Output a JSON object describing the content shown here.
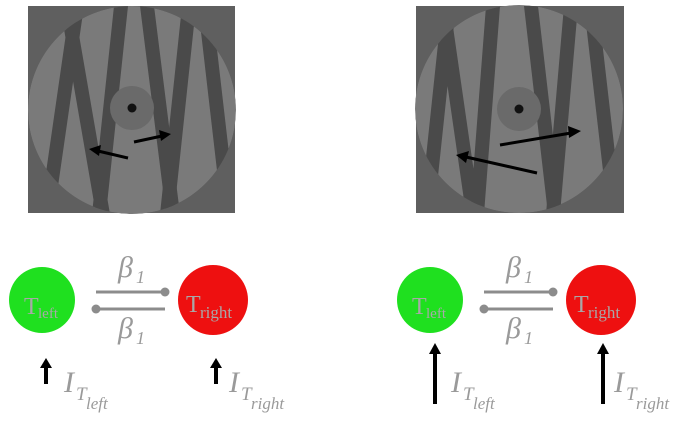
{
  "left_panel": {
    "stimulus": {
      "background_color": "#5f5f5f",
      "stripe_color": "#474747",
      "aperture_color": "#7a7a7a",
      "fixation_color": "#111111"
    },
    "network": {
      "node_left": {
        "main": "T",
        "sub": "left",
        "color": "#1fe01f"
      },
      "node_right": {
        "main": "T",
        "sub": "right",
        "color": "#ee1010"
      },
      "coupling_top": "β",
      "coupling_top_sub": "1",
      "coupling_bottom": "β",
      "coupling_bottom_sub": "1",
      "input_left": {
        "main": "I",
        "sub": "T",
        "subsub": "left"
      },
      "input_right": {
        "main": "I",
        "sub": "T",
        "subsub": "right"
      }
    }
  },
  "right_panel": {
    "stimulus": {
      "background_color": "#5f5f5f",
      "stripe_color": "#474747",
      "aperture_color": "#7a7a7a",
      "fixation_color": "#111111"
    },
    "network": {
      "node_left": {
        "main": "T",
        "sub": "left",
        "color": "#1fe01f"
      },
      "node_right": {
        "main": "T",
        "sub": "right",
        "color": "#ee1010"
      },
      "coupling_top": "β",
      "coupling_top_sub": "1",
      "coupling_bottom": "β",
      "coupling_bottom_sub": "1",
      "input_left": {
        "main": "I",
        "sub": "T",
        "subsub": "left"
      },
      "input_right": {
        "main": "I",
        "sub": "T",
        "subsub": "right"
      }
    }
  },
  "colors": {
    "line_gray": "#8c8c8c",
    "label_gray": "#9a9a9a",
    "arrow_black": "#000000",
    "node_text": "#a8a8a8"
  }
}
